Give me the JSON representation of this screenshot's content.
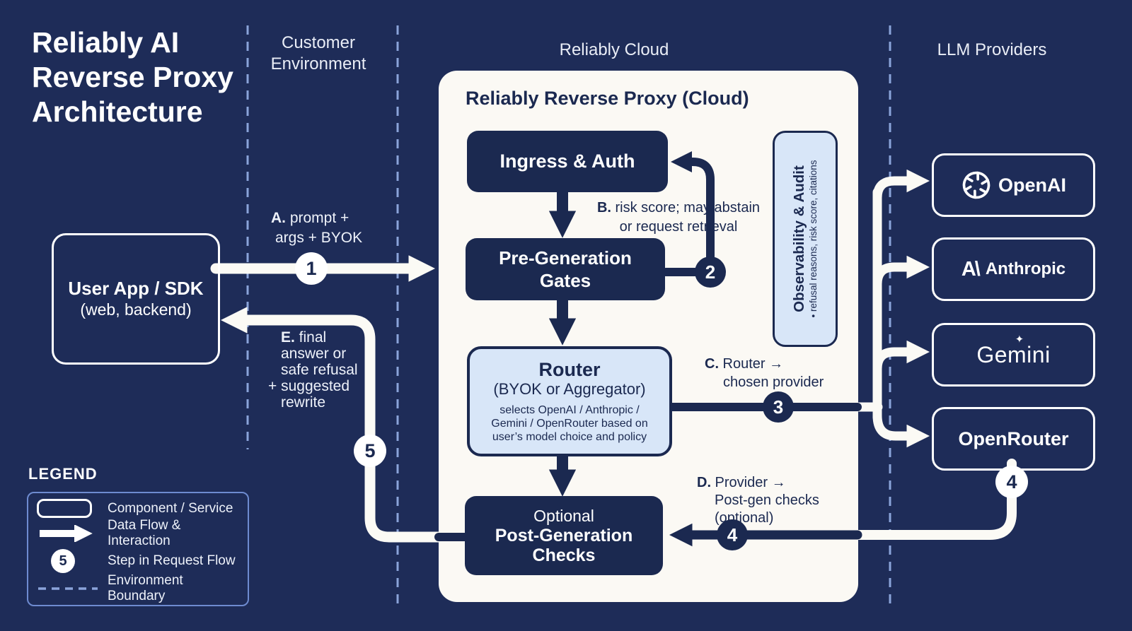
{
  "colors": {
    "background": "#1e2c58",
    "navy": "#1b2950",
    "panel_white": "#fbf9f4",
    "light_blue": "#d8e6f8",
    "boundary_dash": "#8ba4da",
    "white": "#ffffff"
  },
  "title": {
    "line1": "Reliably AI",
    "line2": "Reverse Proxy",
    "line3": "Architecture"
  },
  "columns": {
    "customer_line1": "Customer",
    "customer_line2": "Environment",
    "cloud": "Reliably Cloud",
    "providers": "LLM Providers"
  },
  "customer_env": {
    "user_app_title": "User App / SDK",
    "user_app_subtitle": "(web, backend)"
  },
  "cloud": {
    "panel_title": "Reliably Reverse Proxy (Cloud)",
    "ingress_label": "Ingress & Auth",
    "pregen_line1": "Pre-Generation",
    "pregen_line2": "Gates",
    "router_title": "Router",
    "router_subtitle": "(BYOK or Aggregator)",
    "router_detail_line1": "selects OpenAI / Anthropic /",
    "router_detail_line2": "Gemini / OpenRouter based on",
    "router_detail_line3": "user’s model choice and policy",
    "postgen_line1": "Optional",
    "postgen_line2": "Post-Generation",
    "postgen_line3": "Checks",
    "observability_title": "Observability & Audit",
    "observability_detail": "• refusal reasons, risk score, citations"
  },
  "providers": [
    {
      "name": "OpenAI"
    },
    {
      "name": "Anthropic",
      "logo_glyph": "A\\"
    },
    {
      "name": "Gemini",
      "sparkle_glyph": "✦"
    },
    {
      "name": "OpenRouter"
    }
  ],
  "flow_labels": {
    "a_prefix": "A.",
    "a_line1": " prompt +",
    "a_line2": "args + BYOK",
    "b_prefix": "B.",
    "b_line1": " risk score; may abstain",
    "b_line2": "or request retrieval",
    "c_prefix": "C.",
    "c_line1": " Router →",
    "c_line2": "chosen provider",
    "d_prefix": "D.",
    "d_line1": " Provider →",
    "d_line2": "Post-gen checks",
    "d_line3": "(optional)",
    "e_prefix": "E.",
    "e_line1": " final",
    "e_line2": "answer or",
    "e_line3": "safe refusal",
    "e_line4": "+ suggested",
    "e_line5": "rewrite"
  },
  "steps": {
    "step1": "1",
    "step2": "2",
    "step3": "3",
    "step4": "4",
    "step5": "5"
  },
  "legend": {
    "heading": "LEGEND",
    "component_label": "Component / Service",
    "dataflow_label": "Data Flow & Interaction",
    "step_label": "Step in Request Flow",
    "boundary_label": "Environment Boundary",
    "step_sample": "5"
  }
}
